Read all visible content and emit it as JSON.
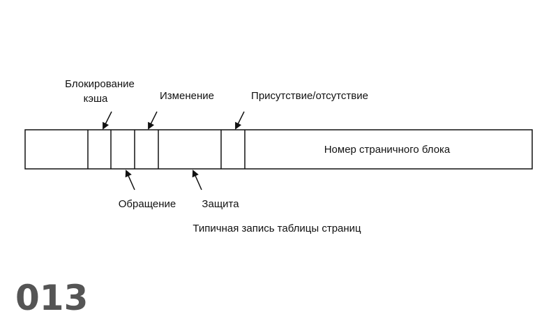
{
  "labels": {
    "cache_lock_1": "Блокирование",
    "cache_lock_2": "кэша",
    "modified": "Изменение",
    "present": "Присутствие/отсутствие",
    "frame_number": "Номер страничного блока",
    "referenced": "Обращение",
    "protection": "Защита"
  },
  "caption": "Типичная запись таблицы страниц",
  "slide_number": "013"
}
